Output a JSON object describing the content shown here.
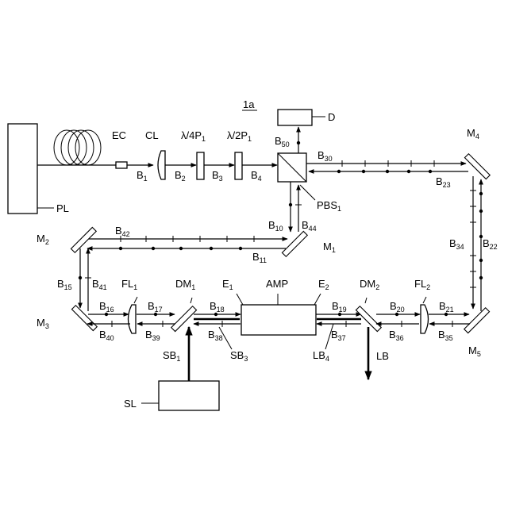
{
  "figure_id": "1a",
  "components": {
    "pulse_laser": "PL",
    "end_cap": "EC",
    "collimator_lens": "CL",
    "quarter_wave_plate": {
      "main": "λ/4P",
      "sub": "1"
    },
    "half_wave_plate": {
      "main": "λ/2P",
      "sub": "1"
    },
    "polarizing_beam_splitter": {
      "main": "PBS",
      "sub": "1"
    },
    "detector": "D",
    "mirror_1": {
      "main": "M",
      "sub": "1"
    },
    "mirror_2": {
      "main": "M",
      "sub": "2"
    },
    "mirror_3": {
      "main": "M",
      "sub": "3"
    },
    "mirror_4": {
      "main": "M",
      "sub": "4"
    },
    "mirror_5": {
      "main": "M",
      "sub": "5"
    },
    "focus_lens_1": {
      "main": "FL",
      "sub": "1"
    },
    "focus_lens_2": {
      "main": "FL",
      "sub": "2"
    },
    "dichroic_mirror_1": {
      "main": "DM",
      "sub": "1"
    },
    "dichroic_mirror_2": {
      "main": "DM",
      "sub": "2"
    },
    "amplifier": "AMP",
    "end_face_1": {
      "main": "E",
      "sub": "1"
    },
    "end_face_2": {
      "main": "E",
      "sub": "2"
    },
    "seed_light_source": "SL",
    "output_beam": "LB"
  },
  "beams": {
    "b1": {
      "main": "B",
      "sub": "1"
    },
    "b2": {
      "main": "B",
      "sub": "2"
    },
    "b3": {
      "main": "B",
      "sub": "3"
    },
    "b4": {
      "main": "B",
      "sub": "4"
    },
    "b10": {
      "main": "B",
      "sub": "10"
    },
    "b11": {
      "main": "B",
      "sub": "11"
    },
    "b15": {
      "main": "B",
      "sub": "15"
    },
    "b16": {
      "main": "B",
      "sub": "16"
    },
    "b17": {
      "main": "B",
      "sub": "17"
    },
    "b18": {
      "main": "B",
      "sub": "18"
    },
    "b19": {
      "main": "B",
      "sub": "19"
    },
    "b20": {
      "main": "B",
      "sub": "20"
    },
    "b21": {
      "main": "B",
      "sub": "21"
    },
    "b22": {
      "main": "B",
      "sub": "22"
    },
    "b23": {
      "main": "B",
      "sub": "23"
    },
    "b30": {
      "main": "B",
      "sub": "30"
    },
    "b34": {
      "main": "B",
      "sub": "34"
    },
    "b35": {
      "main": "B",
      "sub": "35"
    },
    "b36": {
      "main": "B",
      "sub": "36"
    },
    "b37": {
      "main": "B",
      "sub": "37"
    },
    "b38": {
      "main": "B",
      "sub": "38"
    },
    "b39": {
      "main": "B",
      "sub": "39"
    },
    "b40": {
      "main": "B",
      "sub": "40"
    },
    "b41": {
      "main": "B",
      "sub": "41"
    },
    "b42": {
      "main": "B",
      "sub": "42"
    },
    "b44": {
      "main": "B",
      "sub": "44"
    },
    "b50": {
      "main": "B",
      "sub": "50"
    },
    "sb1": {
      "main": "SB",
      "sub": "1"
    },
    "sb3": {
      "main": "SB",
      "sub": "3"
    },
    "lb4": {
      "main": "LB",
      "sub": "4"
    }
  }
}
